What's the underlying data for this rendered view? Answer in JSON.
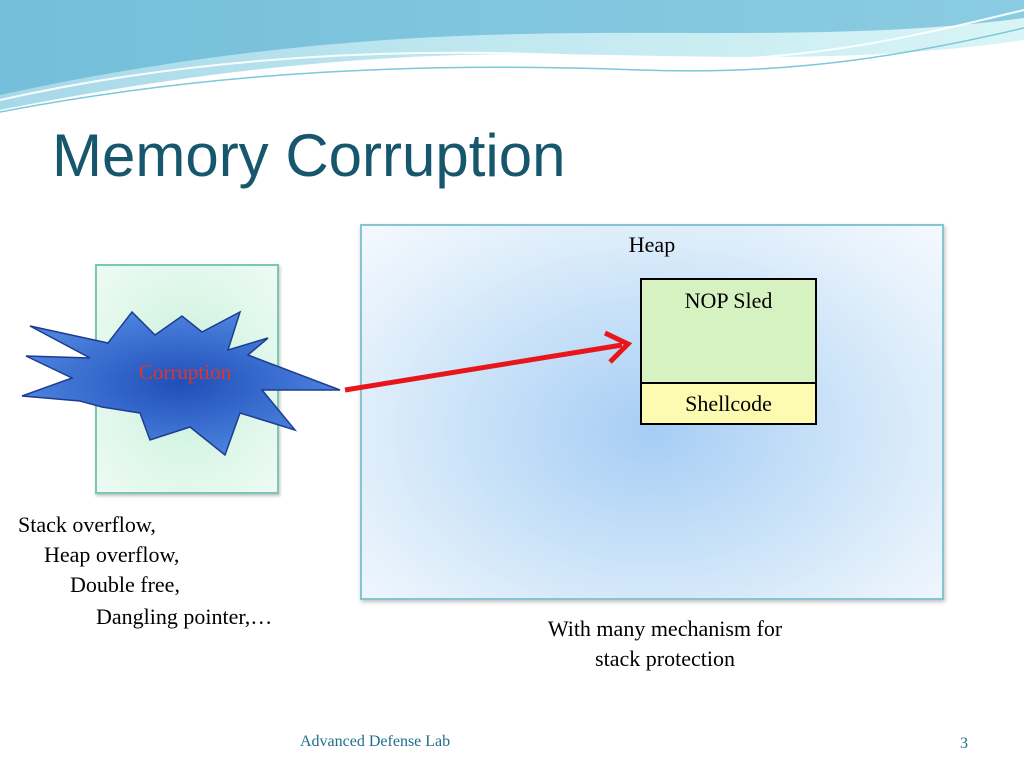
{
  "slide": {
    "title": "Memory Corruption",
    "heap_label": "Heap",
    "nop_sled_label": "NOP Sled",
    "shellcode_label": "Shellcode",
    "corruption_label": "Corruption",
    "vuln_list": [
      "Stack overflow,",
      "Heap overflow,",
      "Double free,",
      "Dangling pointer,…"
    ],
    "caption_line1": "With many mechanism for",
    "caption_line2": "stack protection",
    "footer": "Advanced Defense Lab",
    "page_number": "3"
  },
  "colors": {
    "title": "#17576e",
    "corruption_text": "#e0352b",
    "arrow": "#e8161b",
    "burst_fill": "#2d63c8",
    "nop_fill": "#d6f2c0",
    "shellcode_fill": "#fdfbb2"
  }
}
